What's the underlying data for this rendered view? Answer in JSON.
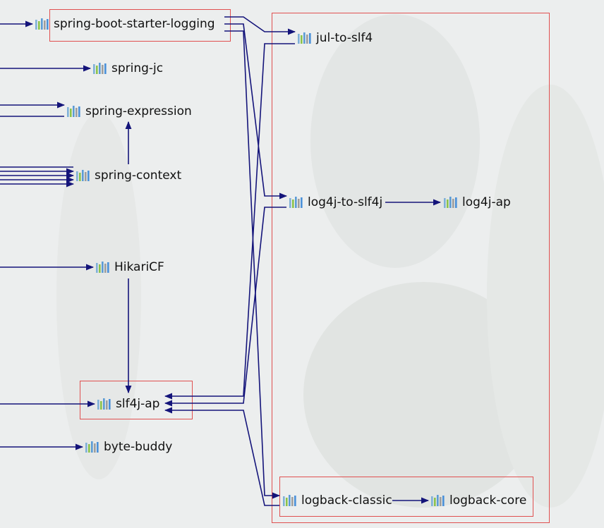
{
  "nodes": {
    "spring_boot_starter_logging": "spring-boot-starter-logging",
    "spring_jcl": "spring-jc",
    "spring_expression": "spring-expression",
    "spring_context": "spring-context",
    "hikaricp": "HikariCF",
    "slf4j_api": "slf4j-ap",
    "byte_buddy": "byte-buddy",
    "jul_to_slf4j": "jul-to-slf4",
    "log4j_to_slf4j": "log4j-to-slf4j",
    "log4j_api": "log4j-ap",
    "logback_classic": "logback-classic",
    "logback_core": "logback-core"
  },
  "icon": "library-icon",
  "colors": {
    "edge": "#14147a",
    "highlight_box": "#e05050",
    "icon_bars": [
      "#7fb1d8",
      "#8bc34a",
      "#5b9bd5",
      "#9e9e9e",
      "#4a90d9"
    ]
  }
}
